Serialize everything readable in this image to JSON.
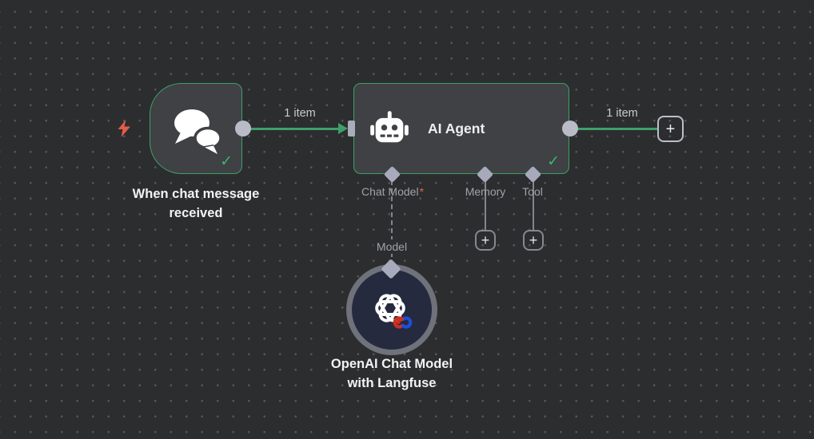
{
  "colors": {
    "canvas_bg": "#2c2d2e",
    "accent_green": "#3da06c",
    "check_green": "#3cb46d",
    "connector_gray": "#b9bcc6",
    "diamond_gray": "#a6aaba",
    "label_gray": "#9fa3aa",
    "item_label_gray": "#c9cbd0",
    "required_red": "#e0604d",
    "node_fill": "#3f4144",
    "model_node_fill": "#252a3e",
    "model_node_ring": "#6f727a",
    "lightning_orange": "#e25d4a"
  },
  "glyphs": {
    "plus": "+",
    "check": "✓"
  },
  "nodes": {
    "trigger": {
      "name_line1": "When chat message",
      "name_line2": "received"
    },
    "agent": {
      "title": "AI Agent"
    },
    "model": {
      "name_line1": "OpenAI Chat Model",
      "name_line2": "with Langfuse"
    }
  },
  "connections": {
    "trigger_to_agent_label": "1 item",
    "agent_output_label": "1 item"
  },
  "ports": {
    "chat_model_label": "Chat Model",
    "chat_model_required": "*",
    "memory_label": "Memory",
    "tool_label": "Tool",
    "model_link_label": "Model"
  }
}
